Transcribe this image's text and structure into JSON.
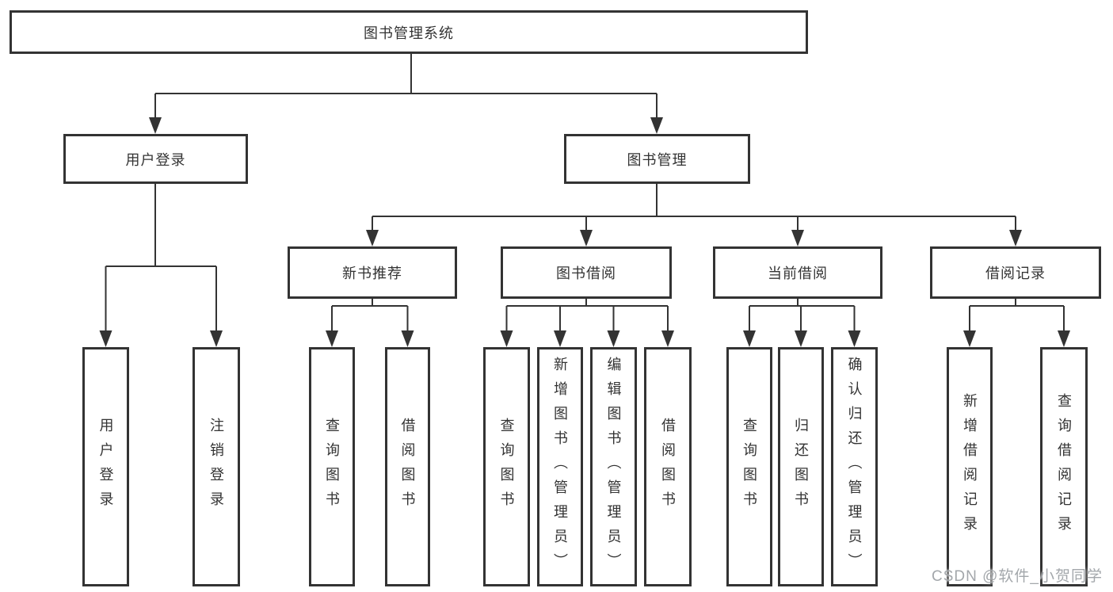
{
  "watermark": "CSDN @软件_小贺同学",
  "colors": {
    "background": "#ffffff",
    "border": "#333333",
    "text": "#333333",
    "watermark_text": "#9ea2a7"
  },
  "tree": {
    "root": {
      "label": "图书管理系统"
    },
    "user_login": {
      "label": "用户登录",
      "children": {
        "login": {
          "label": "用户登录"
        },
        "logout": {
          "label": "注销登录"
        }
      }
    },
    "book_management": {
      "label": "图书管理",
      "children": {
        "new_book_recommend": {
          "label": "新书推荐",
          "children": {
            "query_books": {
              "label": "查询图书"
            },
            "borrow_books": {
              "label": "借阅图书"
            }
          }
        },
        "book_borrowing": {
          "label": "图书借阅",
          "children": {
            "query_books": {
              "label": "查询图书"
            },
            "add_books_admin": {
              "label": "新增图书（管理员）"
            },
            "edit_books_admin": {
              "label": "编辑图书（管理员）"
            },
            "borrow_books": {
              "label": "借阅图书"
            }
          }
        },
        "current_borrowing": {
          "label": "当前借阅",
          "children": {
            "query_books": {
              "label": "查询图书"
            },
            "return_books": {
              "label": "归还图书"
            },
            "confirm_return_admin": {
              "label": "确认归还（管理员）"
            }
          }
        },
        "borrowing_records": {
          "label": "借阅记录",
          "children": {
            "add_borrow_record": {
              "label": "新增借阅记录"
            },
            "query_borrow_record": {
              "label": "查询借阅记录"
            }
          }
        }
      }
    }
  }
}
